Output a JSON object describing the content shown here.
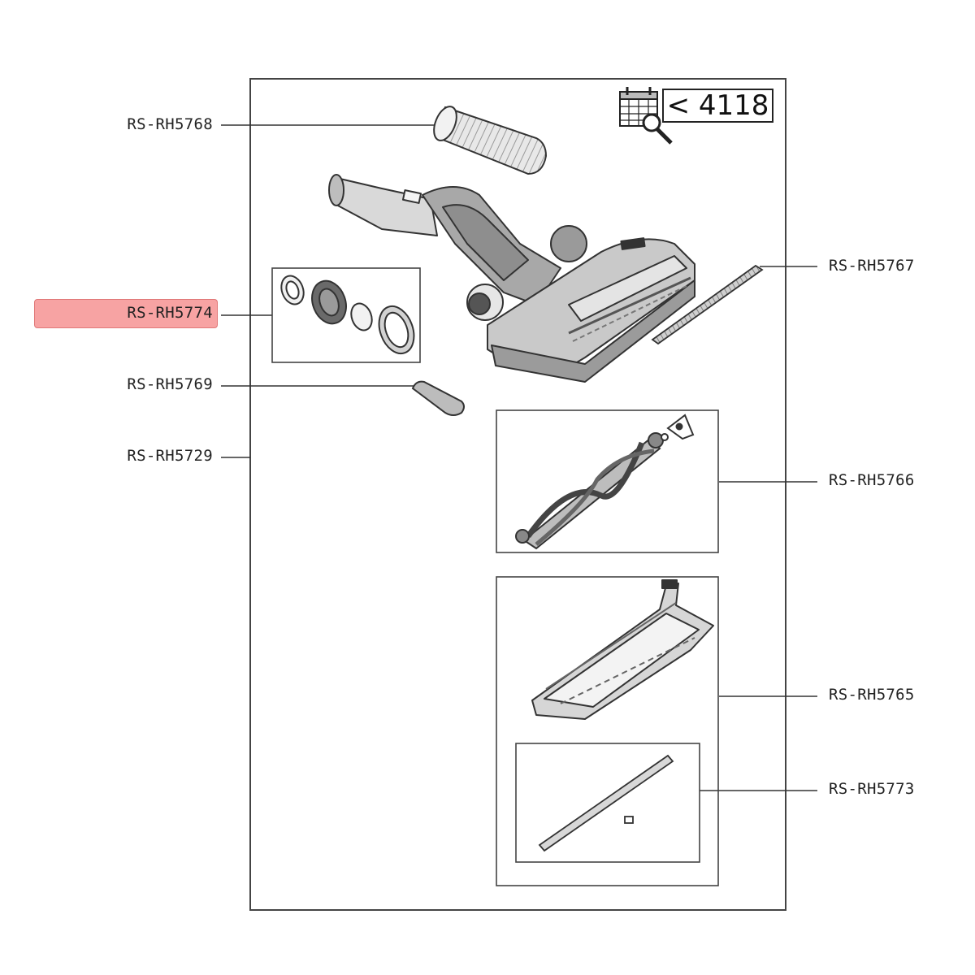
{
  "parts": {
    "hose": "RS-RH5768",
    "wheel_kit": "RS-RH5774",
    "cap": "RS-RH5769",
    "complete_head": "RS-RH5729",
    "brush_strip": "RS-RH5767",
    "brush_roll": "RS-RH5766",
    "bottom_plate": "RS-RH5765",
    "rubber_strip": "RS-RH5773"
  },
  "highlighted_part": "RS-RH5774",
  "date_note": {
    "icon": "calendar-search-icon",
    "text": "< 4118"
  },
  "colors": {
    "highlight_fill": "#f7a3a3",
    "highlight_border": "#e07878",
    "line": "#333333"
  }
}
